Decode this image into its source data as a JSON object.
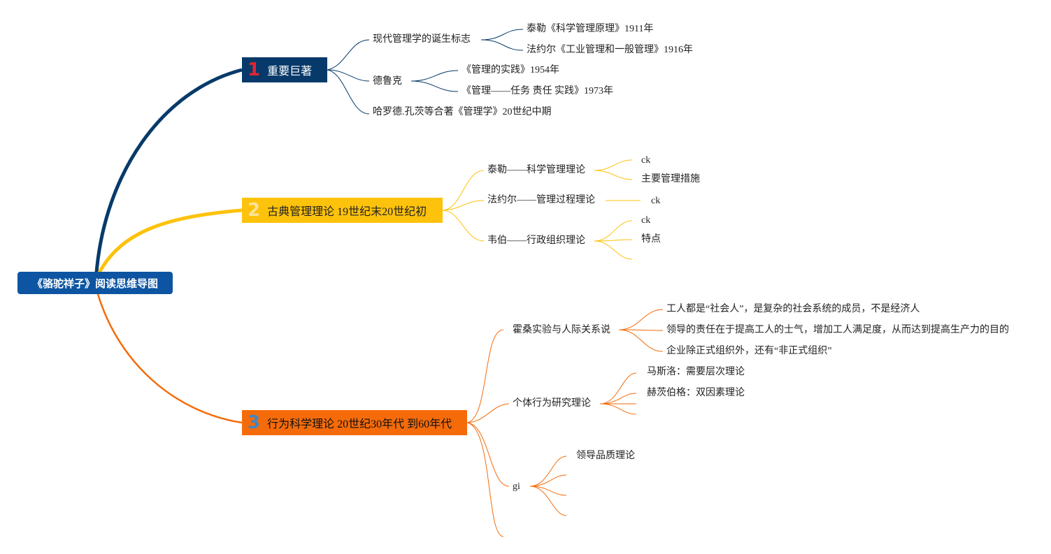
{
  "root": {
    "label": "《骆驼祥子》阅读思维导图"
  },
  "branches": [
    {
      "number": "1",
      "label": "重要巨著",
      "color": "#073a6a",
      "children": [
        {
          "label": "现代管理学的诞生标志",
          "children": [
            "泰勒《科学管理原理》1911年",
            "法约尔《工业管理和一般管理》1916年"
          ]
        },
        {
          "label": "德鲁克",
          "children": [
            "《管理的实践》1954年",
            "《管理——任务 责任 实践》1973年"
          ]
        },
        {
          "label": "哈罗德.孔茨等合著《管理学》20世纪中期",
          "children": []
        }
      ]
    },
    {
      "number": "2",
      "label": "古典管理理论 19世纪末20世纪初",
      "color": "#fdc20b",
      "children": [
        {
          "label": "泰勒——科学管理理论",
          "children": [
            "ck",
            "主要管理措施"
          ]
        },
        {
          "label": "法约尔——管理过程理论",
          "children": [
            "ck"
          ]
        },
        {
          "label": "韦伯——行政组织理论",
          "children": [
            "ck",
            "特点",
            ""
          ]
        }
      ]
    },
    {
      "number": "3",
      "label": "行为科学理论 20世纪30年代 到60年代",
      "color": "#f56b0a",
      "children": [
        {
          "label": "霍桑实验与人际关系说",
          "children": [
            "工人都是“社会人”，是复杂的社会系统的成员，不是经济人",
            "领导的责任在于提高工人的士气，增加工人满足度，从而达到提高生产力的目的",
            "企业除正式组织外，还有“非正式组织”"
          ]
        },
        {
          "label": "个体行为研究理论",
          "children": [
            "马斯洛：需要层次理论",
            "赫茨伯格：双因素理论",
            "",
            ""
          ]
        },
        {
          "label": "gi",
          "children": [
            "领导品质理论",
            "",
            "",
            ""
          ]
        },
        {
          "label": "",
          "children": []
        }
      ]
    }
  ]
}
